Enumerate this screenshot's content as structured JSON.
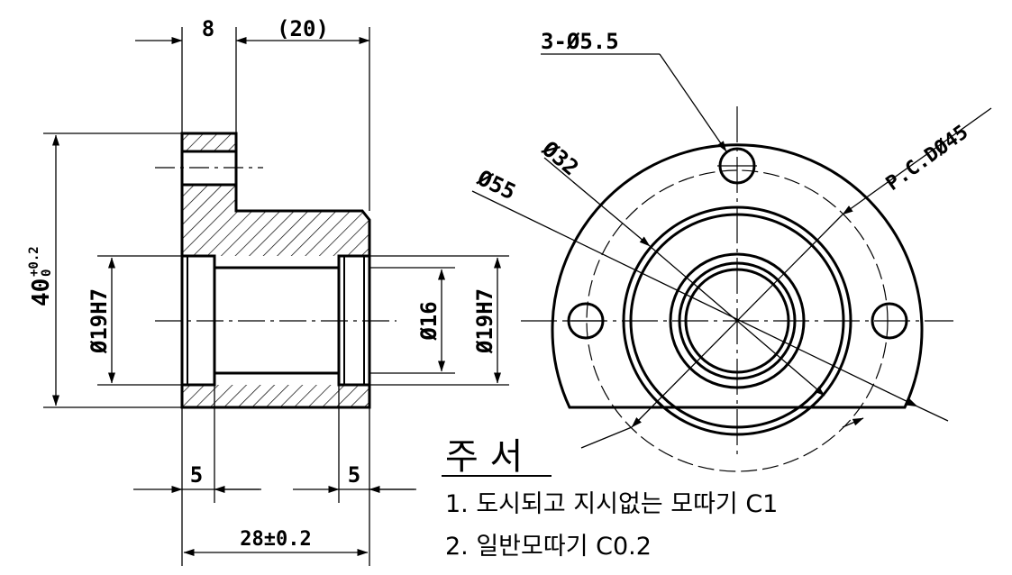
{
  "drawing": {
    "section_view": {
      "dim_flange_width": "8",
      "dim_ref_length": "(20)",
      "dim_height_base": "40",
      "dim_height_tol_upper": "+0.2",
      "dim_height_tol_lower": "0",
      "dim_bore_left": "Ø19H7",
      "dim_bore_right": "Ø19H7",
      "dim_inner": "Ø16",
      "dim_counterbore_left": "5",
      "dim_counterbore_right": "5",
      "dim_total_length": "28±0.2"
    },
    "front_view": {
      "holes_callout": "3-Ø5.5",
      "dim_d32": "Ø32",
      "dim_d55": "Ø55",
      "dim_pcd": "P.C.DØ45"
    },
    "notes": {
      "title": "주 서",
      "line1": "1. 도시되고 지시없는 모따기 C1",
      "line2": "2. 일반모따기 C0.2"
    }
  }
}
